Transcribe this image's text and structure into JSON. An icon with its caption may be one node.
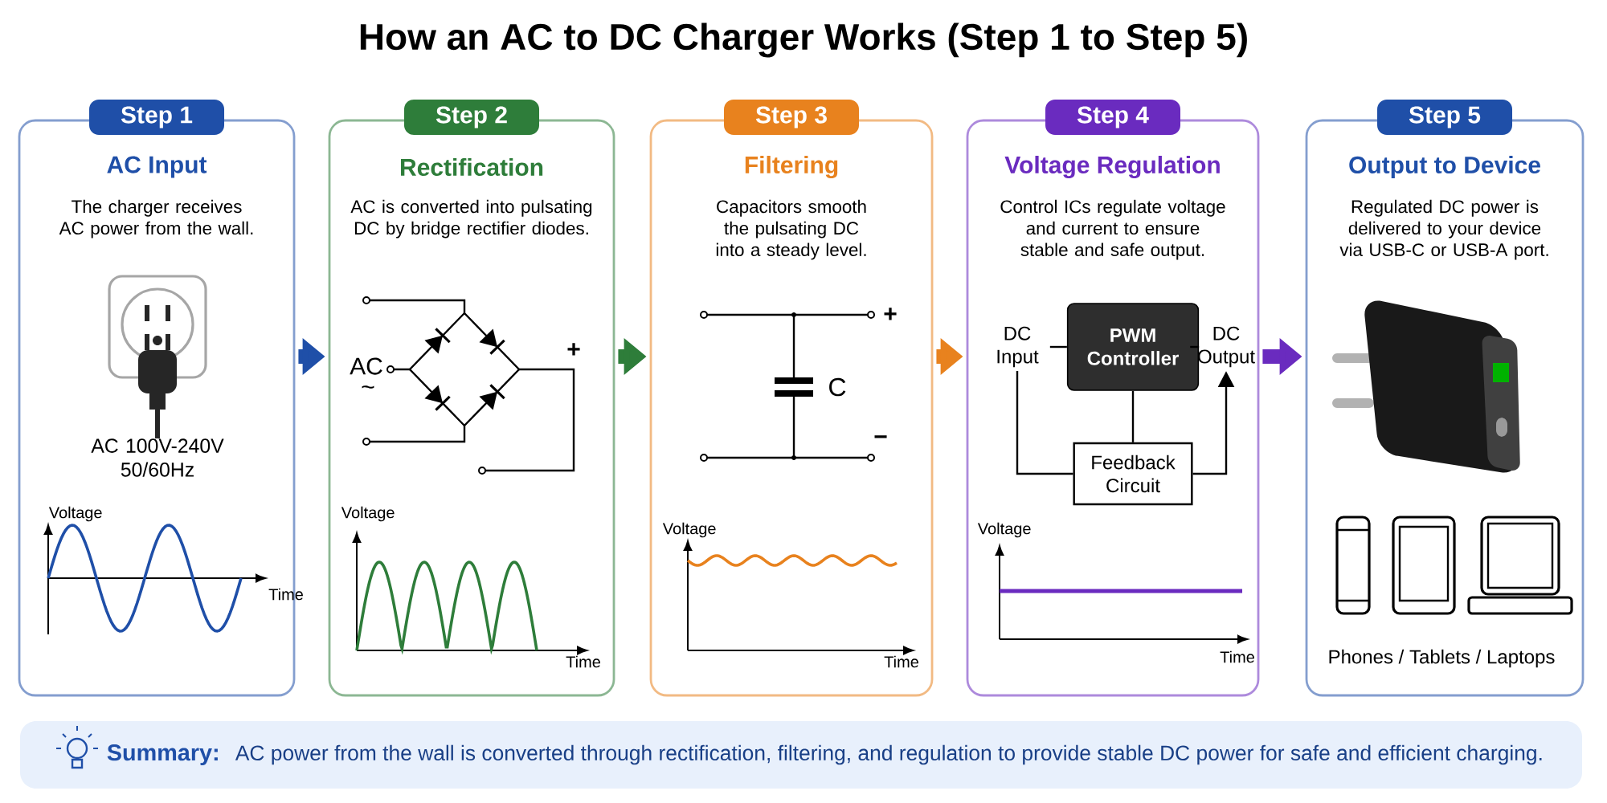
{
  "diagram": {
    "title": "How an AC to DC Charger Works (Step 1 to Step 5)",
    "nodes": [
      {
        "text": [
          "Step 1",
          "AC Input",
          "The charger receives AC power from the wall."
        ]
      },
      {
        "text": [
          "Step 2",
          "Rectification",
          "AC is converted into pulsating DC by bridge rectifier diodes."
        ]
      },
      {
        "text": [
          "Step 3",
          "Filtering",
          "Capacitors smooth the pulsating DC into a steady level."
        ]
      },
      {
        "text": [
          "Step 4",
          "Voltage Regulation",
          "Control ICs regulate voltage and current to ensure stable and safe output."
        ]
      },
      {
        "text": [
          "Step 5",
          "Output to Device",
          "Regulated DC power is delivered to your device via USB-C or USB-A port."
        ]
      },
      {
        "text": [
          "PWM Controller"
        ],
        "in": 3
      },
      {
        "text": [
          "Feedback Circuit"
        ],
        "in": 3
      },
      {
        "text": [
          "DC Input"
        ],
        "in": 3
      },
      {
        "text": [
          "DC Output"
        ],
        "in": 3
      },
      {
        "text": [
          "Summary:",
          "AC power from the wall is converted through rectification, filtering, and regulation to provide stable DC power for safe and efficient charging."
        ]
      }
    ],
    "edges": [
      {
        "from": 0,
        "to": 1,
        "arrow": "to",
        "style": "thick",
        "color": "#1f4fa8"
      },
      {
        "from": 1,
        "to": 2,
        "arrow": "to",
        "style": "thick",
        "color": "#2e7d3a"
      },
      {
        "from": 2,
        "to": 3,
        "arrow": "to",
        "style": "thick",
        "color": "#e8821e"
      },
      {
        "from": 3,
        "to": 4,
        "arrow": "to",
        "style": "thick",
        "color": "#6a2bbf"
      },
      {
        "from": 7,
        "to": 5,
        "arrow": "none"
      },
      {
        "from": 5,
        "to": 8,
        "arrow": "none"
      },
      {
        "from": 5,
        "to": 6,
        "arrow": "none"
      },
      {
        "from": 7,
        "to": 6,
        "arrow": "none"
      },
      {
        "from": 6,
        "to": 8,
        "arrow": "to"
      }
    ],
    "labels": [
      "AC 100V-240V 50/60Hz",
      "Voltage",
      "Time",
      "AC",
      "~",
      "+",
      "Voltage",
      "Time",
      "+",
      "C",
      "−",
      "Voltage",
      "Time",
      "Voltage",
      "Time",
      "Phones / Tablets / Laptops"
    ]
  }
}
